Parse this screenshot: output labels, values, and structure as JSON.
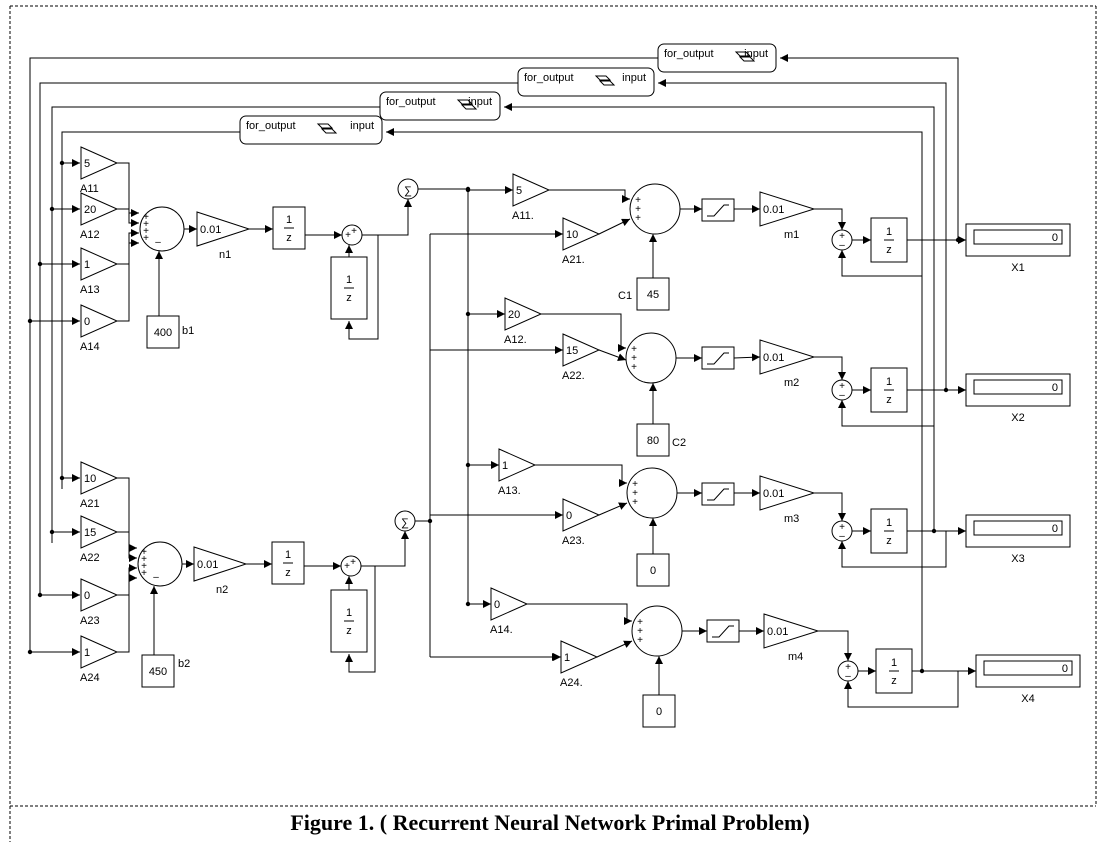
{
  "caption": "Figure 1. ( Recurrent Neural Network Primal Problem)",
  "feedback_blocks": [
    {
      "left": "for_output",
      "right": "input"
    },
    {
      "left": "for_output",
      "right": "input"
    },
    {
      "left": "for_output",
      "right": "input"
    },
    {
      "left": "for_output",
      "right": "input"
    }
  ],
  "layer1": {
    "neurons": [
      {
        "gains": [
          {
            "value": "5",
            "label": "A11"
          },
          {
            "value": "20",
            "label": "A12"
          },
          {
            "value": "1",
            "label": "A13"
          },
          {
            "value": "0",
            "label": "A14"
          }
        ],
        "sum_signs": [
          "+",
          "+",
          "+",
          "+",
          "–"
        ],
        "bias": {
          "value": "400",
          "label": "b1"
        },
        "rate": {
          "value": "0.01",
          "label": "n1"
        }
      },
      {
        "gains": [
          {
            "value": "10",
            "label": "A21"
          },
          {
            "value": "15",
            "label": "A22"
          },
          {
            "value": "0",
            "label": "A23"
          },
          {
            "value": "1",
            "label": "A24"
          }
        ],
        "sum_signs": [
          "+",
          "+",
          "+",
          "+",
          "–"
        ],
        "bias": {
          "value": "450",
          "label": "b2"
        },
        "rate": {
          "value": "0.01",
          "label": "n2"
        }
      }
    ],
    "integrator": {
      "num": "1",
      "den": "z"
    },
    "adder_signs": [
      "+",
      "+"
    ]
  },
  "layer2": {
    "outputs": [
      {
        "gains": [
          {
            "value": "5",
            "label": "A11."
          },
          {
            "value": "10",
            "label": "A21."
          }
        ],
        "const": {
          "value": "45",
          "label": "C1"
        },
        "rate": {
          "value": "0.01",
          "label": "m1"
        },
        "display": {
          "value": "0",
          "label": "X1"
        }
      },
      {
        "gains": [
          {
            "value": "20",
            "label": "A12."
          },
          {
            "value": "15",
            "label": "A22."
          }
        ],
        "const": {
          "value": "80",
          "label": "C2"
        },
        "rate": {
          "value": "0.01",
          "label": "m2"
        },
        "display": {
          "value": "0",
          "label": "X2"
        }
      },
      {
        "gains": [
          {
            "value": "1",
            "label": "A13."
          },
          {
            "value": "0",
            "label": "A23."
          }
        ],
        "const": {
          "value": "0",
          "label": ""
        },
        "rate": {
          "value": "0.01",
          "label": "m3"
        },
        "display": {
          "value": "0",
          "label": "X3"
        }
      },
      {
        "gains": [
          {
            "value": "0",
            "label": "A14."
          },
          {
            "value": "1",
            "label": "A24."
          }
        ],
        "const": {
          "value": "0",
          "label": ""
        },
        "rate": {
          "value": "0.01",
          "label": "m4"
        },
        "display": {
          "value": "0",
          "label": "X4"
        }
      }
    ],
    "sum_signs": [
      "+",
      "+",
      "+"
    ],
    "update_signs": [
      "+",
      "–"
    ]
  },
  "integrator": {
    "num": "1",
    "den": "z"
  }
}
